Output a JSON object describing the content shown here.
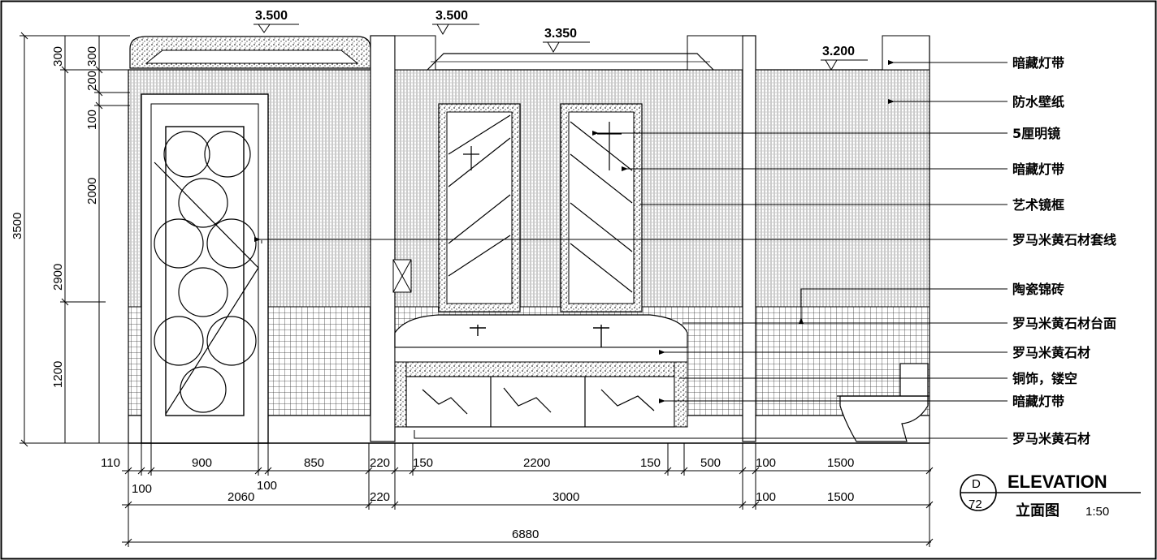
{
  "callouts": [
    "暗藏灯带",
    "防水壁纸",
    "5厘明镜",
    "暗藏灯带",
    "艺术镜框",
    "罗马米黄石材套线",
    "陶瓷锦砖",
    "罗马米黄石材台面",
    "罗马米黄石材",
    "铜饰，镂空",
    "暗藏灯带",
    "罗马米黄石材"
  ],
  "levels": [
    "3.500",
    "3.500",
    "3.350",
    "3.200"
  ],
  "vertical_dims": {
    "outer": [
      "3500"
    ],
    "inner": [
      "300",
      "2900",
      "1200"
    ],
    "left": [
      "300",
      "200",
      "100",
      "2000"
    ]
  },
  "bottom_dims": {
    "row1": [
      "110",
      "900",
      "850",
      "220",
      "150",
      "2200",
      "150",
      "500",
      "100",
      "1500"
    ],
    "row1b": [
      "100",
      "100"
    ],
    "row2": [
      "2060",
      "220",
      "3000",
      "100",
      "1500"
    ],
    "total": "6880"
  },
  "title_block": {
    "code": "D",
    "sheet": "72",
    "title": "ELEVATION",
    "subtitle": "立面图",
    "scale": "1:50"
  }
}
